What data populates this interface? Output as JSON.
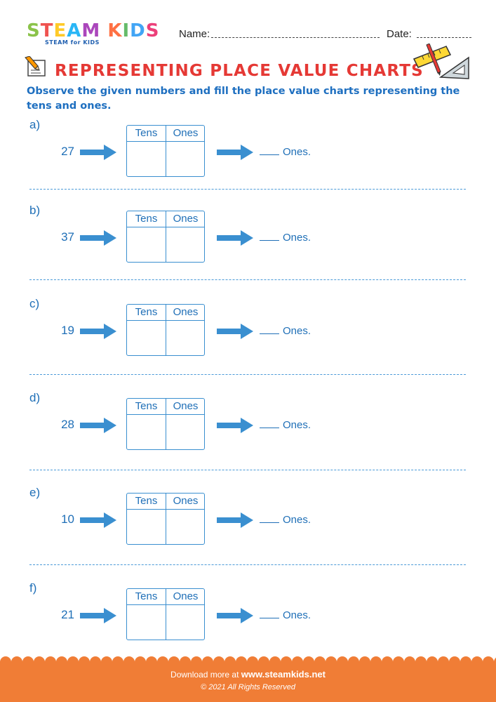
{
  "header": {
    "logo_letters": [
      {
        "ch": "S",
        "color": "#8bc34a"
      },
      {
        "ch": "T",
        "color": "#ef5350"
      },
      {
        "ch": "E",
        "color": "#ffca28"
      },
      {
        "ch": "A",
        "color": "#29b6f6"
      },
      {
        "ch": "M",
        "color": "#ab47bc"
      },
      {
        "ch": " ",
        "color": "#000000"
      },
      {
        "ch": "K",
        "color": "#ff7043"
      },
      {
        "ch": "I",
        "color": "#66bb6a"
      },
      {
        "ch": "D",
        "color": "#42a5f5"
      },
      {
        "ch": "S",
        "color": "#ec407a"
      }
    ],
    "logo_tagline": "STEAM for KIDS",
    "name_label": "Name:",
    "date_label": "Date:"
  },
  "title": "REPRESENTING PLACE VALUE CHARTS",
  "instructions": "Observe the given numbers and fill the place value charts representing the tens and ones.",
  "chart_headers": {
    "tens": "Tens",
    "ones": "Ones"
  },
  "answer_suffix": "Ones.",
  "problems": [
    {
      "label": "a)",
      "number": "27"
    },
    {
      "label": "b)",
      "number": "37"
    },
    {
      "label": "c)",
      "number": "19"
    },
    {
      "label": "d)",
      "number": "28"
    },
    {
      "label": "e)",
      "number": "10"
    },
    {
      "label": "f)",
      "number": "21"
    }
  ],
  "footer": {
    "download_prefix": "Download more at",
    "site": "www.steamkids.net",
    "copyright": "© 2021 All Rights Reserved"
  },
  "colors": {
    "accent_red": "#e53935",
    "blue": "#1f6fb7",
    "arrow": "#3a8fd0",
    "footer": "#f07d36"
  }
}
